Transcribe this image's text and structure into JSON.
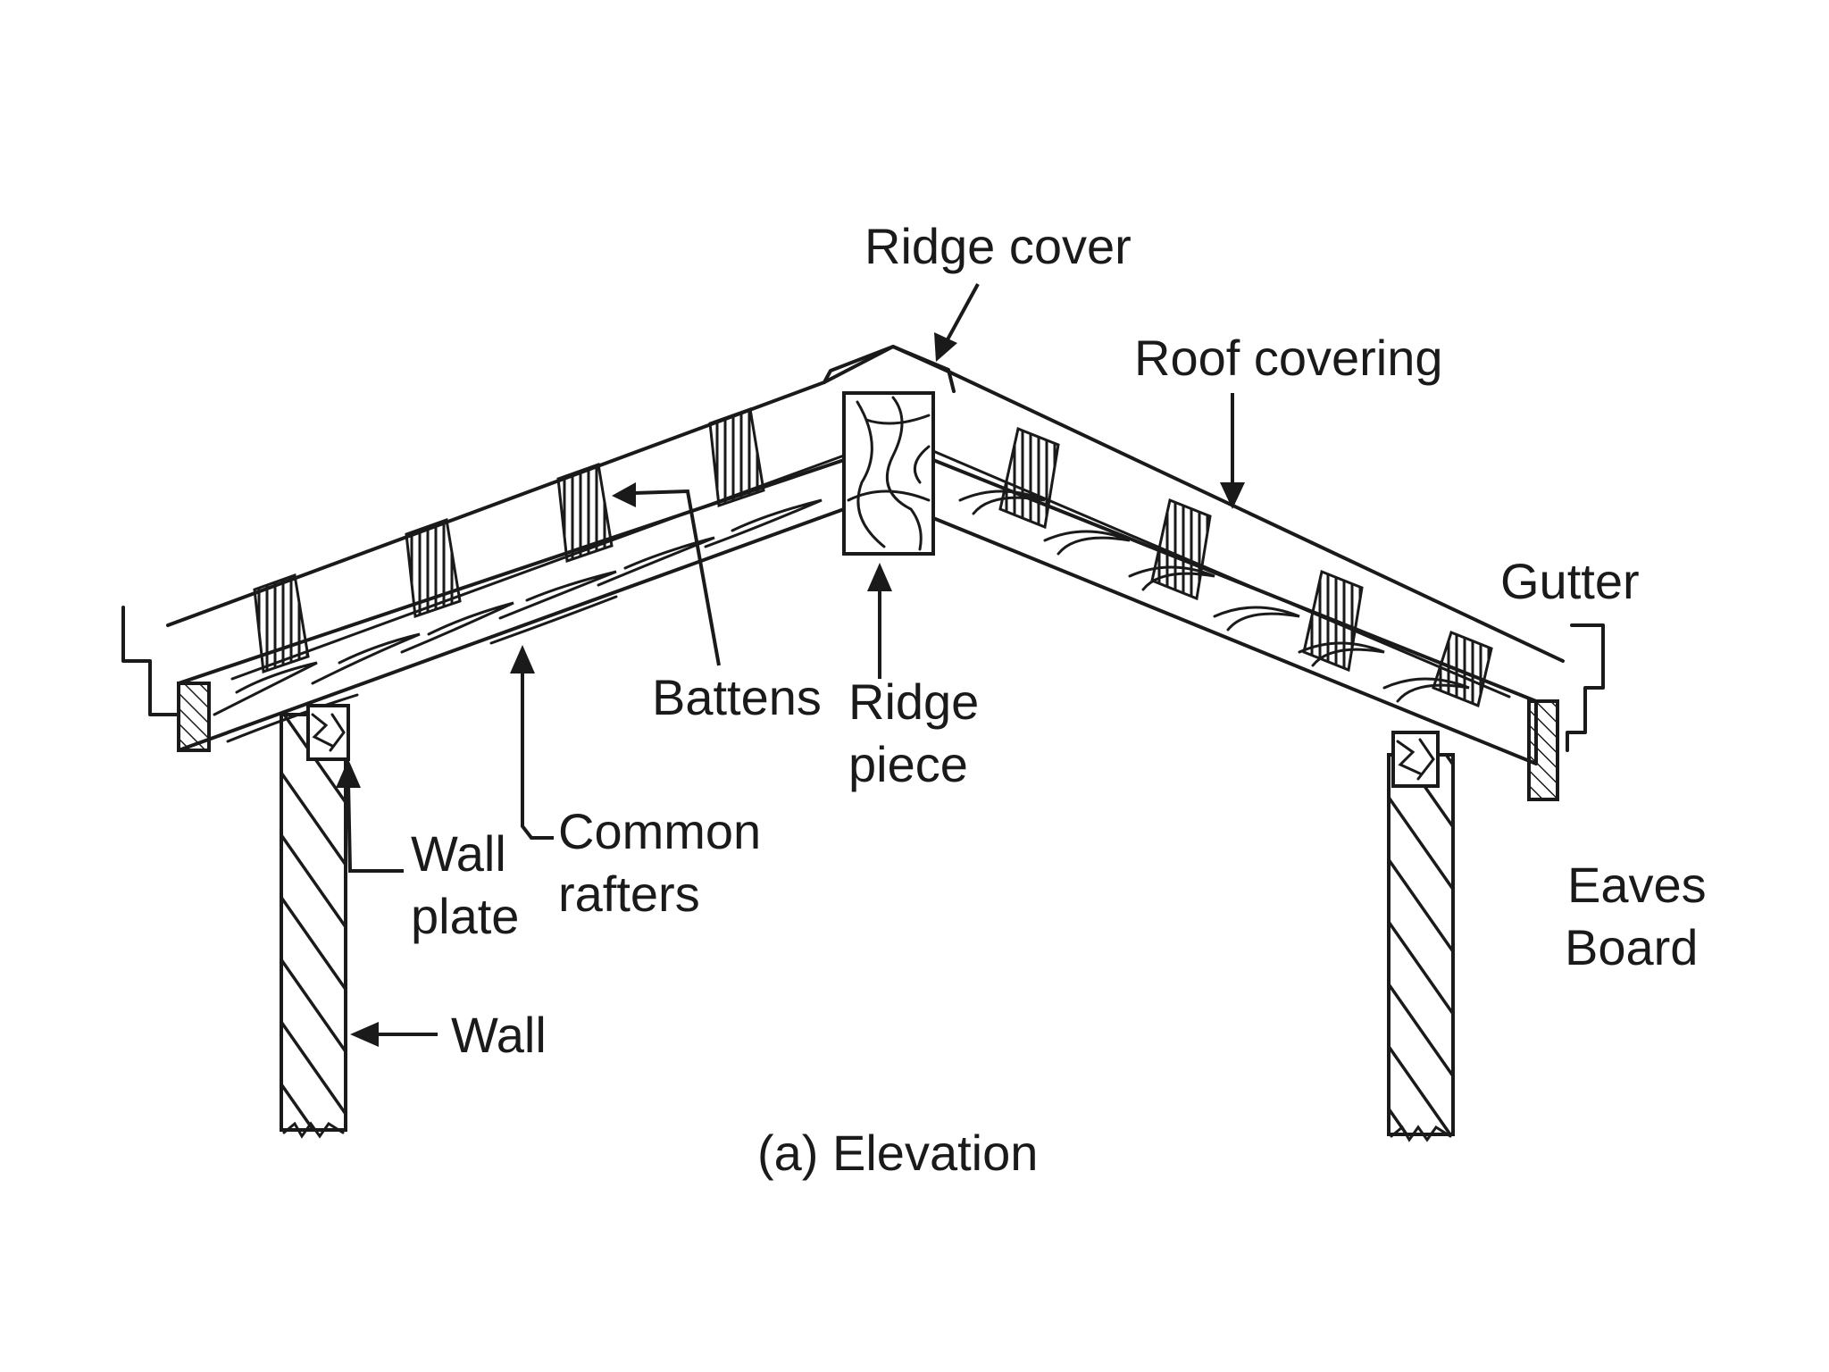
{
  "labels": {
    "ridge_cover": "Ridge cover",
    "roof_covering": "Roof covering",
    "gutter": "Gutter",
    "battens": "Battens",
    "ridge_piece_1": "Ridge",
    "ridge_piece_2": "piece",
    "common_rafters_1": "Common",
    "common_rafters_2": "rafters",
    "wall_plate_1": "Wall",
    "wall_plate_2": "plate",
    "wall": "Wall",
    "eaves_board_1": "Eaves",
    "eaves_board_2": "Board"
  },
  "caption": "(a) Elevation"
}
